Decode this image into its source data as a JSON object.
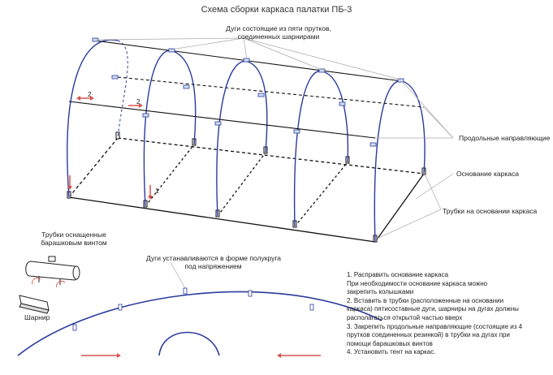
{
  "title": "Схема сборки каркаса палатки ПБ-3",
  "labels": {
    "arcs": [
      "Дуги состоящие из пяти прутков,",
      "соединенных шарнирами"
    ],
    "longitudinal": "Продольные направляющие",
    "base": "Основание каркаса",
    "base_tubes": "Трубки на основании каркаса",
    "wing_tubes": [
      "Трубки  оснащенные",
      "барашковым винтом"
    ],
    "hinge": "Шарнир",
    "semicircle": [
      "Дуги устанавливаются в форме полукруга",
      "под напряжением"
    ],
    "step_1": "1",
    "step_2a": "2",
    "step_2b": "2"
  },
  "instructions": [
    "1. Расправить основание каркаса",
    "При необходимости основание каркаса можно",
    "закрепить колышками",
    "2. Вставить в трубки (расположенные на основании",
    "каркаса)  пятисоставные дуги, шарниры на дугах должны",
    "располагаться открытой частью вверх",
    "3. Закрепить  продольные направляющие (состоящие из 4",
    "прутков соединенных резинкой) в трубки на дугах  при",
    "помощи барашковых винтов",
    "4. Установить тент на каркас."
  ],
  "colors": {
    "arc": "#2b3a9c",
    "frame": "#111111",
    "arrow": "#d9534f",
    "leader": "#aaaaaa",
    "connector": "#7ea6d6"
  }
}
